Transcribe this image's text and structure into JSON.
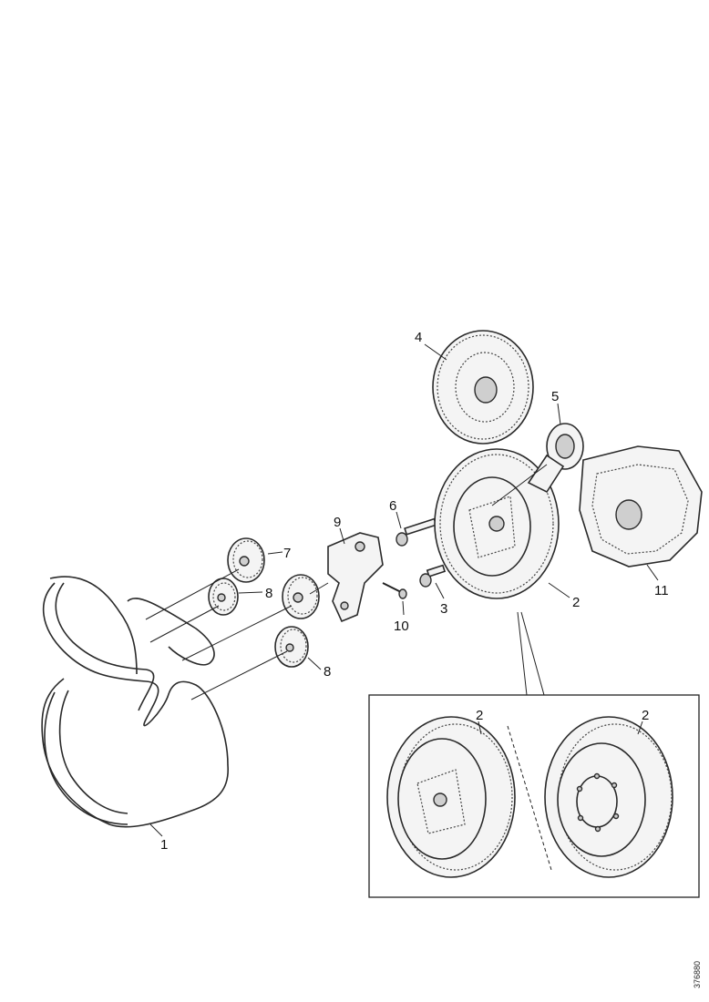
{
  "callouts": {
    "c1": "1",
    "c2a": "2",
    "c2b": "2",
    "c2c": "2",
    "c3": "3",
    "c4": "4",
    "c5": "5",
    "c6": "6",
    "c7": "7",
    "c8a": "8",
    "c8b": "8",
    "c9": "9",
    "c10": "10",
    "c11": "11"
  },
  "ref_code": "376880"
}
